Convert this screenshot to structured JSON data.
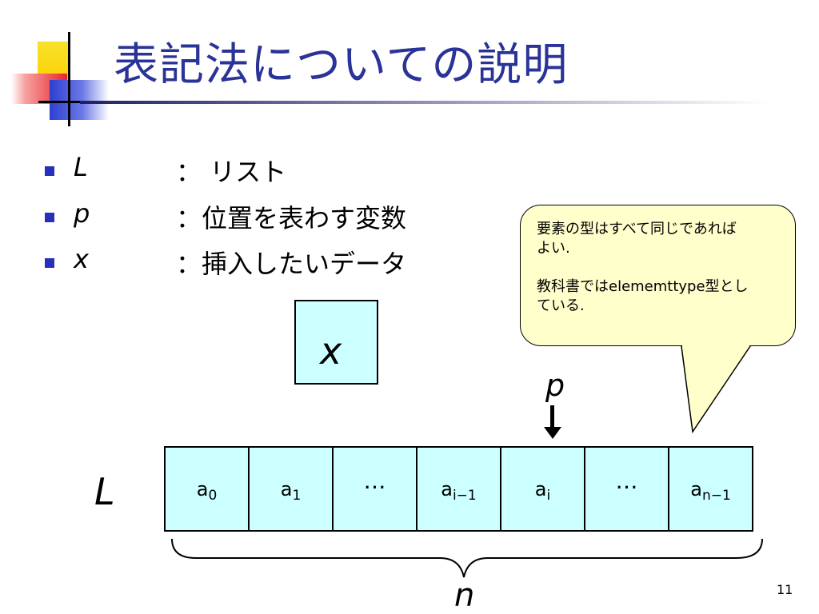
{
  "slide": {
    "title": "表記法についての説明",
    "page_number": "11"
  },
  "bullets": [
    {
      "symbol": "L",
      "description": "： リスト"
    },
    {
      "symbol": "p",
      "description": "：位置を表わす変数"
    },
    {
      "symbol": "x",
      "description": "：挿入したいデータ"
    }
  ],
  "callout": {
    "line1": "要素の型はすべて同じであれば",
    "line2": "よい.",
    "line3": "教科書ではelememttype型とし",
    "line4": "ている."
  },
  "diagram": {
    "x_label": "x",
    "p_label": "p",
    "list_label": "L",
    "n_label": "n",
    "cells": [
      {
        "base": "a",
        "sub": "0"
      },
      {
        "base": "a",
        "sub": "1"
      },
      {
        "base": "",
        "sub": "",
        "dots": "…"
      },
      {
        "base": "a",
        "sub": "i−1"
      },
      {
        "base": "a",
        "sub": "i"
      },
      {
        "base": "",
        "sub": "",
        "dots": "…"
      },
      {
        "base": "a",
        "sub": "n−1"
      }
    ]
  },
  "colors": {
    "title": "#2a3397",
    "bullet": "#2431b8",
    "cell_fill": "#ccffff",
    "callout_fill": "#ffffcc"
  }
}
